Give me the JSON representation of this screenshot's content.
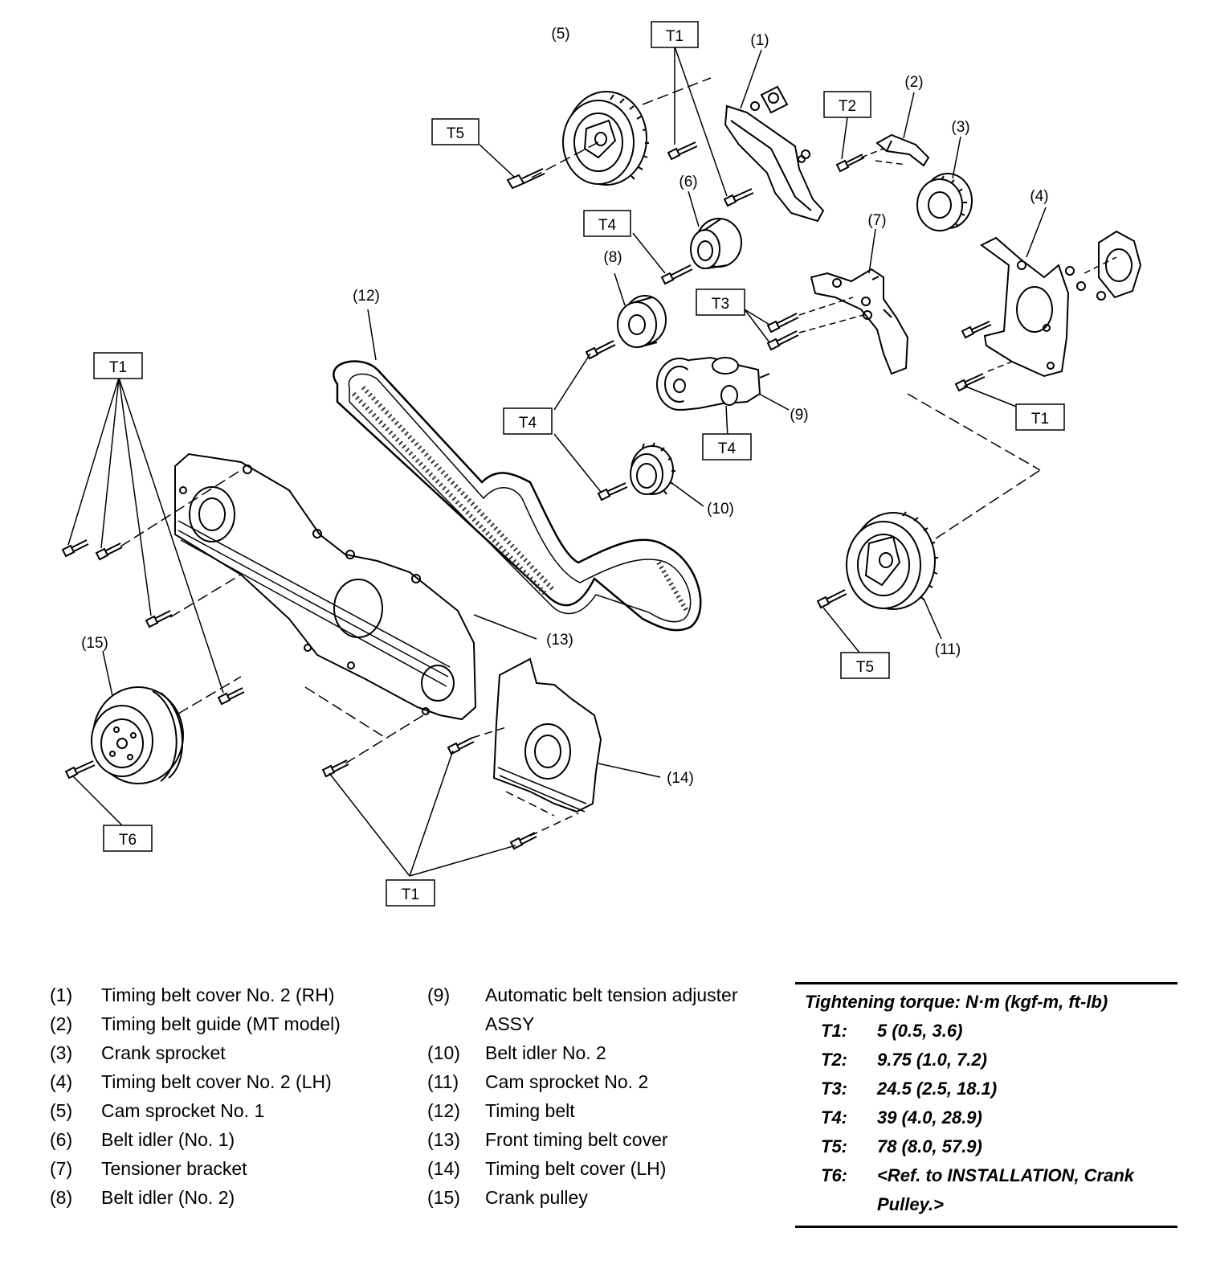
{
  "callouts": [
    "(1)",
    "(2)",
    "(3)",
    "(4)",
    "(5)",
    "(6)",
    "(7)",
    "(8)",
    "(9)",
    "(10)",
    "(11)",
    "(12)",
    "(13)",
    "(14)",
    "(15)"
  ],
  "torque_tags": {
    "t1": "T1",
    "t2": "T2",
    "t3": "T3",
    "t4": "T4",
    "t5": "T5",
    "t6": "T6"
  },
  "legend": {
    "left": [
      {
        "num": "(1)",
        "desc": "Timing belt cover No. 2 (RH)"
      },
      {
        "num": "(2)",
        "desc": "Timing belt guide (MT model)"
      },
      {
        "num": "(3)",
        "desc": "Crank sprocket"
      },
      {
        "num": "(4)",
        "desc": "Timing belt cover No. 2 (LH)"
      },
      {
        "num": "(5)",
        "desc": "Cam sprocket No. 1"
      },
      {
        "num": "(6)",
        "desc": "Belt idler (No. 1)"
      },
      {
        "num": "(7)",
        "desc": "Tensioner bracket"
      },
      {
        "num": "(8)",
        "desc": "Belt idler (No. 2)"
      }
    ],
    "mid": [
      {
        "num": "(9)",
        "desc": "Automatic belt tension adjuster ASSY"
      },
      {
        "num": "(10)",
        "desc": "Belt idler No. 2"
      },
      {
        "num": "(11)",
        "desc": "Cam sprocket No. 2"
      },
      {
        "num": "(12)",
        "desc": "Timing belt"
      },
      {
        "num": "(13)",
        "desc": "Front timing belt cover"
      },
      {
        "num": "(14)",
        "desc": "Timing belt cover (LH)"
      },
      {
        "num": "(15)",
        "desc": "Crank pulley"
      }
    ]
  },
  "torque": {
    "title": "Tightening torque: N·m (kgf-m, ft-lb)",
    "rows": [
      {
        "key": "T1:",
        "value": "5 (0.5, 3.6)"
      },
      {
        "key": "T2:",
        "value": "9.75 (1.0, 7.2)"
      },
      {
        "key": "T3:",
        "value": "24.5 (2.5, 18.1)"
      },
      {
        "key": "T4:",
        "value": "39 (4.0, 28.9)"
      },
      {
        "key": "T5:",
        "value": "78 (8.0, 57.9)"
      },
      {
        "key": "T6:",
        "value": "<Ref. to INSTALLATION, Crank Pulley.>"
      }
    ]
  }
}
